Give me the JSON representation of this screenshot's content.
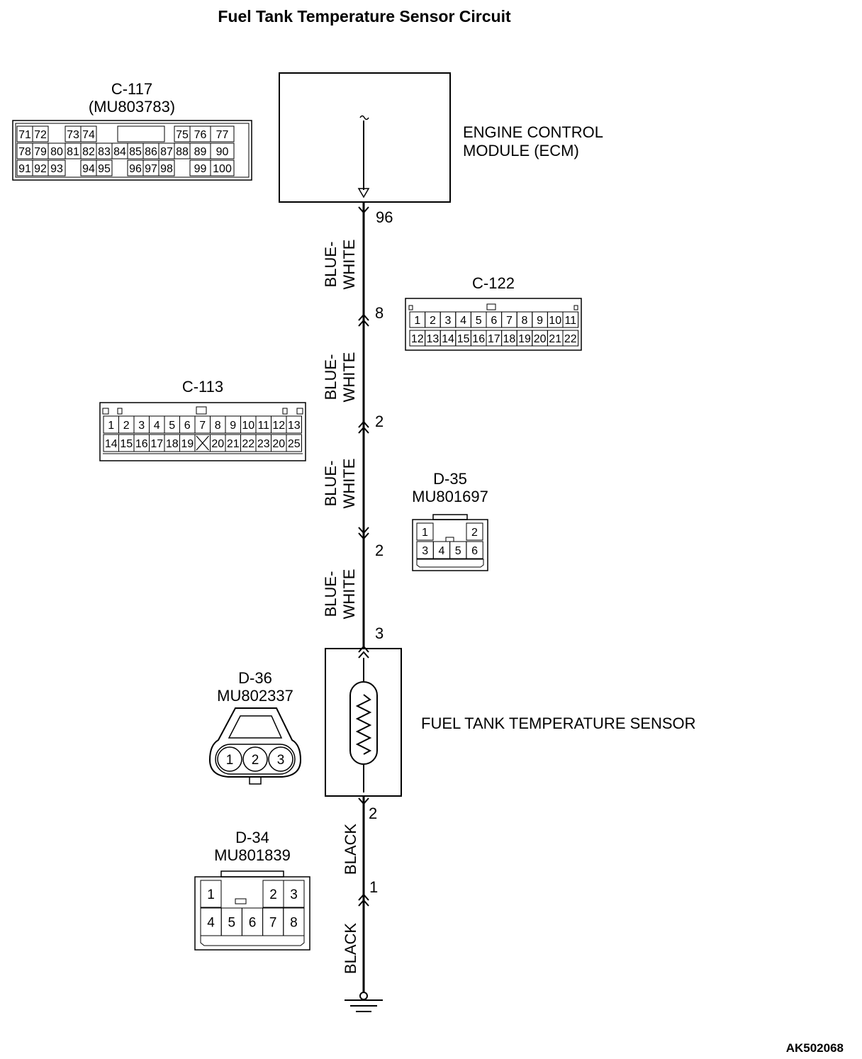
{
  "title": "Fuel Tank Temperature Sensor Circuit",
  "figure_id": "AK502068",
  "colors": {
    "ink": "#000000",
    "paper": "#ffffff"
  },
  "ecm": {
    "label_line1": "ENGINE CONTROL",
    "label_line2": "MODULE (ECM)",
    "pin": "96"
  },
  "sensor": {
    "label": "FUEL TANK TEMPERATURE SENSOR",
    "pin_top": "3",
    "pin_bottom": "2",
    "symbol": "thermistor-icon"
  },
  "ground": {
    "symbol": "ground-icon"
  },
  "wires": [
    {
      "color_line1": "BLUE-",
      "color_line2": "WHITE"
    },
    {
      "color_line1": "BLUE-",
      "color_line2": "WHITE"
    },
    {
      "color_line1": "BLUE-",
      "color_line2": "WHITE"
    },
    {
      "color_line1": "BLUE-",
      "color_line2": "WHITE"
    },
    {
      "color_line1": "BLACK"
    },
    {
      "color_line1": "BLACK"
    }
  ],
  "junctions": [
    {
      "connector": "C-122",
      "pin": "8"
    },
    {
      "connector": "C-113",
      "pin": "2"
    },
    {
      "connector": "D-35",
      "pin": "2"
    },
    {
      "connector": "D-34",
      "pin": "1"
    }
  ],
  "connectors": {
    "c117": {
      "name": "C-117",
      "part": "(MU803783)",
      "rows": [
        [
          "71",
          "72",
          "",
          "73",
          "74",
          "",
          "",
          "",
          "",
          "",
          "75",
          "76",
          "77"
        ],
        [
          "78",
          "79",
          "80",
          "81",
          "82",
          "83",
          "84",
          "85",
          "86",
          "87",
          "88",
          "89",
          "90"
        ],
        [
          "91",
          "92",
          "93",
          "",
          "94",
          "95",
          "",
          "96",
          "97",
          "98",
          "",
          "99",
          "100"
        ]
      ]
    },
    "c122": {
      "name": "C-122",
      "rows": [
        [
          "1",
          "2",
          "3",
          "4",
          "5",
          "6",
          "7",
          "8",
          "9",
          "10",
          "11"
        ],
        [
          "12",
          "13",
          "14",
          "15",
          "16",
          "17",
          "18",
          "19",
          "20",
          "21",
          "22"
        ]
      ]
    },
    "c113": {
      "name": "C-113",
      "rows": [
        [
          "1",
          "2",
          "3",
          "4",
          "5",
          "6",
          "7",
          "8",
          "9",
          "10",
          "11",
          "12",
          "13"
        ],
        [
          "14",
          "15",
          "16",
          "17",
          "18",
          "19",
          "",
          "20",
          "21",
          "22",
          "23",
          "20",
          "25"
        ]
      ]
    },
    "d35": {
      "name": "D-35",
      "part": "MU801697",
      "rows": [
        [
          "1",
          "2"
        ],
        [
          "3",
          "4",
          "5",
          "6"
        ]
      ]
    },
    "d36": {
      "name": "D-36",
      "part": "MU802337",
      "pins": [
        "1",
        "2",
        "3"
      ]
    },
    "d34": {
      "name": "D-34",
      "part": "MU801839",
      "rows": [
        [
          "1",
          "2",
          "3"
        ],
        [
          "4",
          "5",
          "6",
          "7",
          "8"
        ]
      ]
    }
  }
}
